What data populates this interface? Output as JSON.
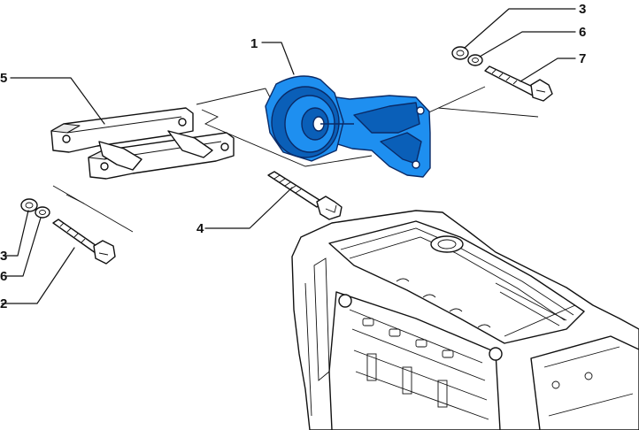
{
  "callouts": [
    {
      "id": "c1",
      "label": "1"
    },
    {
      "id": "c2",
      "label": "2"
    },
    {
      "id": "c3a",
      "label": "3"
    },
    {
      "id": "c3b",
      "label": "3"
    },
    {
      "id": "c4",
      "label": "4"
    },
    {
      "id": "c5",
      "label": "5"
    },
    {
      "id": "c6a",
      "label": "6"
    },
    {
      "id": "c6b",
      "label": "6"
    },
    {
      "id": "c7",
      "label": "7"
    }
  ],
  "colors": {
    "highlight": "#1e8ff0",
    "highlight_dark": "#0a5fb8",
    "line": "#111111"
  }
}
